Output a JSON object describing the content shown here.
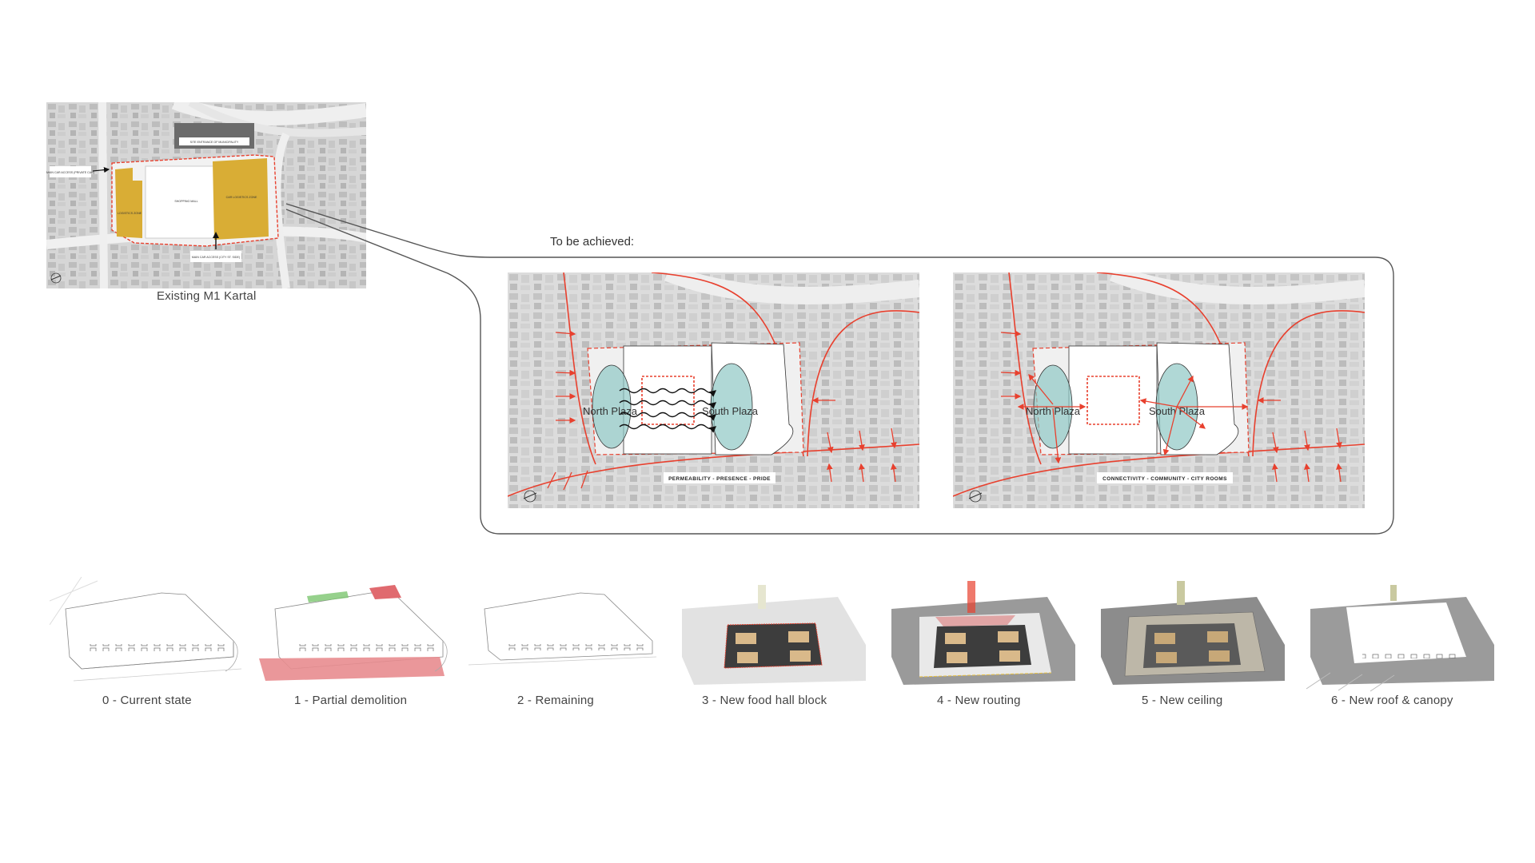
{
  "existing": {
    "caption": "Existing M1 Kartal",
    "labels": {
      "top_block": "SITE ENTRANCE OF MUNICIPALITY",
      "left_access": "MAIN CAR ACCESS (PRIVATE CAR)",
      "shopping_mall": "SHOPPING MALL",
      "left_zone": "LOGISTICS ZONE",
      "right_zone": "CAR LOGISTICS ZONE",
      "bottom_access": "MAIN CAR ACCESS (CITY ST. SIDE)"
    }
  },
  "vision": {
    "heading": "To be achieved:",
    "panels": [
      {
        "north": "North Plaza",
        "south": "South Plaza",
        "banner": "PERMEABILITY - PRESENCE - PRIDE"
      },
      {
        "north": "North Plaza",
        "south": "South Plaza",
        "banner": "CONNECTIVITY - COMMUNITY - CITY ROOMS"
      }
    ]
  },
  "steps": [
    {
      "label": "0 - Current state"
    },
    {
      "label": "1 - Partial demolition"
    },
    {
      "label": "2 - Remaining"
    },
    {
      "label": "3 - New food hall block"
    },
    {
      "label": "4 - New routing"
    },
    {
      "label": "5 - New ceiling"
    },
    {
      "label": "6 - New roof & canopy"
    }
  ],
  "colors": {
    "site_boundary": "#e8402e",
    "existing_zones": "#d9ad35",
    "plaza": "#8fc7c4",
    "demolition": "#e88c8f",
    "demolition_top": "#7cc56f"
  },
  "icons": [
    "north-arrow-icon",
    "entry-arrow-icon",
    "wavy-arrow-icon"
  ]
}
